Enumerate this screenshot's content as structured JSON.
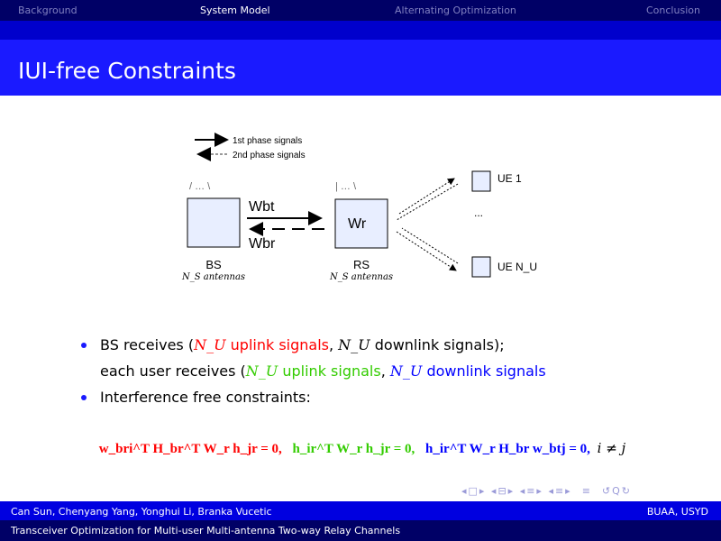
{
  "nav": {
    "items": [
      "Background",
      "System Model",
      "Alternating Optimization",
      "Conclusion"
    ],
    "active": 1
  },
  "title": "IUI-free Constraints",
  "diagram": {
    "legend": [
      "1st phase signals",
      "2nd phase signals"
    ],
    "bs": "BS",
    "bs_ant": "N_S antennas",
    "rs": "RS",
    "rs_ant": "N_S antennas",
    "wbt": "Wbt",
    "wbr": "Wbr",
    "wr": "Wr",
    "ue1": "UE 1",
    "uen": "UE N_U",
    "dots": "..."
  },
  "bullets": {
    "b1": {
      "p1": "BS receives (",
      "nu1": "N_U",
      "up": " uplink signals",
      ", ": ", ",
      "nu2": "N_U",
      "down": " downlink signals);"
    },
    "b1b": {
      "p1": "each user receives (",
      "nu1": "N_U",
      "up": " uplink signals",
      "c": ", ",
      "nu2": "N_U",
      "down": " downlink signals",
      ".": ")."
    },
    "b2": "Interference free constraints:"
  },
  "equation": {
    "e1": "w_bri^T H_br^T W_r h_jr = 0,",
    "e2": "h_ir^T W_r h_jr = 0,",
    "e3": "h_ir^T W_r H_br w_btj = 0,",
    "e4": "i ≠ j"
  },
  "footer": {
    "authors": "Can Sun, Chenyang Yang, Yonghui Li, Branka Vucetic",
    "affil": "BUAA, USYD",
    "talk": "Transceiver Optimization for Multi-user Multi-antenna Two-way Relay Channels"
  },
  "colors": {
    "red": "#ff0000",
    "green": "#33cc00",
    "blue": "#0000ff",
    "nav": "#000066",
    "title": "#1a1aff"
  }
}
